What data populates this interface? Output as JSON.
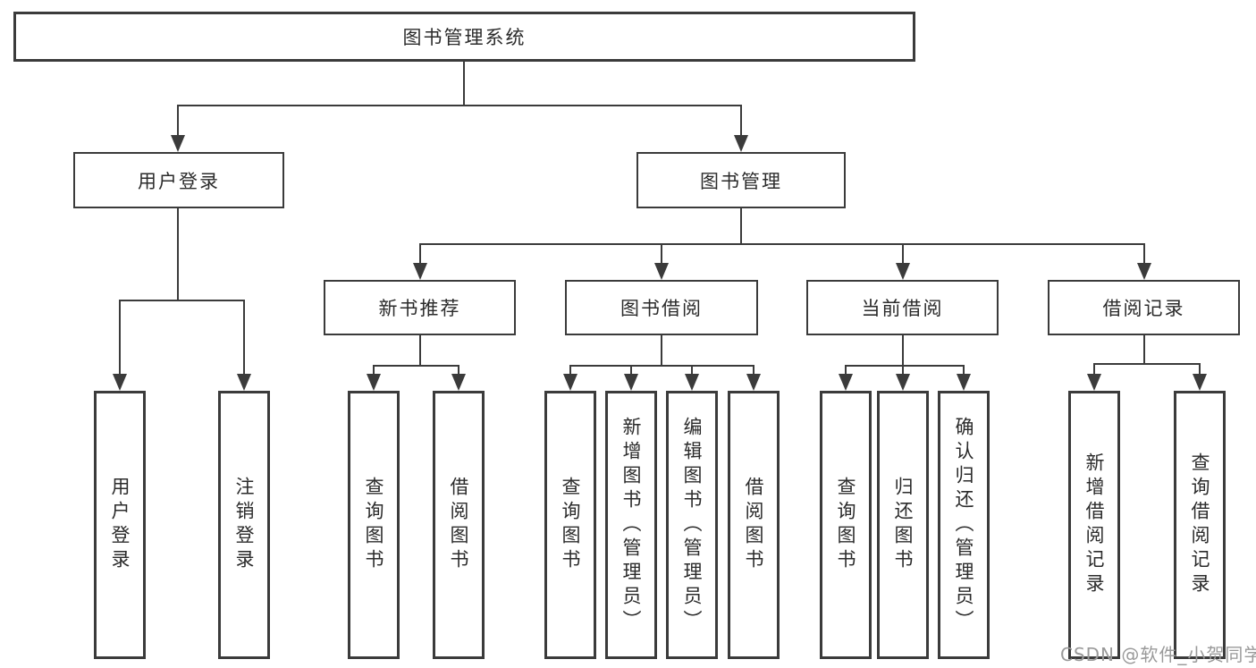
{
  "root": {
    "label": "图书管理系统"
  },
  "user_login": {
    "label": "用户登录",
    "children": [
      "用户登录",
      "注销登录"
    ]
  },
  "book_mgmt": {
    "label": "图书管理",
    "sections": {
      "new_book_rec": {
        "label": "新书推荐",
        "children": [
          "查询图书",
          "借阅图书"
        ]
      },
      "book_borrow": {
        "label": "图书借阅",
        "children": [
          "查询图书",
          "新增图书（管理员）",
          "编辑图书（管理员）",
          "借阅图书"
        ]
      },
      "current_borrow": {
        "label": "当前借阅",
        "children": [
          "查询图书",
          "归还图书",
          "确认归还（管理员）"
        ]
      },
      "borrow_records": {
        "label": "借阅记录",
        "children": [
          "新增借阅记录",
          "查询借阅记录"
        ]
      }
    }
  },
  "watermark": "CSDN @软件_小贺同学",
  "colors": {
    "line": "#3b3b3b",
    "text": "#2b2b2b",
    "background": "#ffffff",
    "watermark": "#9a9a9a"
  }
}
